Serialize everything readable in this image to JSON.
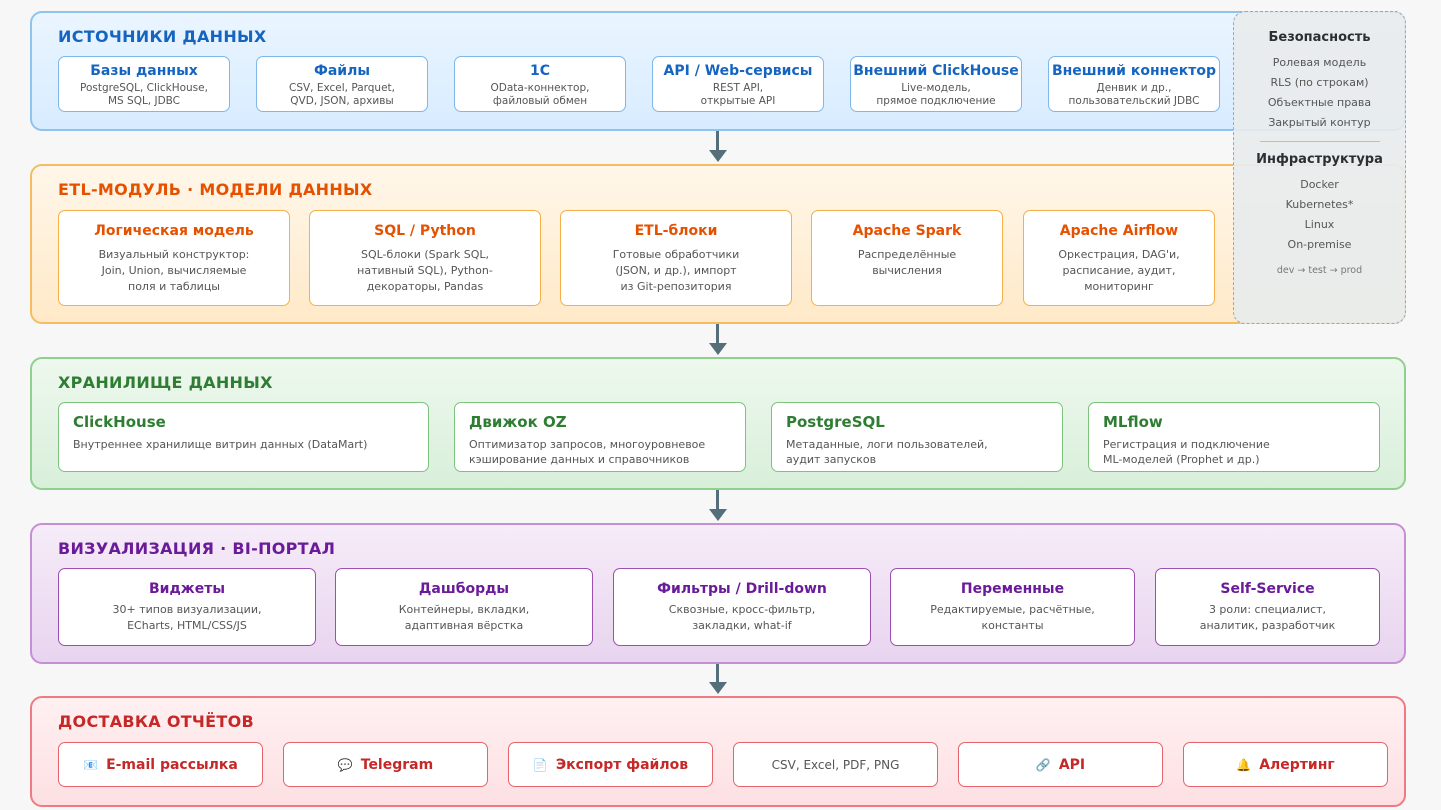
{
  "sources": {
    "title": "ИСТОЧНИКИ ДАННЫХ",
    "cards": [
      {
        "title": "Базы данных",
        "desc1": "PostgreSQL, ClickHouse,",
        "desc2": "MS SQL, JDBC"
      },
      {
        "title": "Файлы",
        "desc1": "CSV, Excel, Parquet,",
        "desc2": "QVD, JSON, архивы"
      },
      {
        "title": "1C",
        "desc1": "OData-коннектор,",
        "desc2": "файловый обмен"
      },
      {
        "title": "API / Web-сервисы",
        "desc1": "REST API,",
        "desc2": "открытые API"
      },
      {
        "title": "Внешний ClickHouse",
        "desc1": "Live-модель,",
        "desc2": "прямое подключение"
      },
      {
        "title": "Внешний коннектор",
        "desc1": "Денвик и др.,",
        "desc2": "пользовательский JDBC"
      }
    ]
  },
  "etl": {
    "title": "ETL-МОДУЛЬ · МОДЕЛИ ДАННЫХ",
    "cards": [
      {
        "title": "Логическая модель",
        "desc1": "Визуальный конструктор:",
        "desc2": "Join, Union, вычисляемые",
        "desc3": "поля и таблицы"
      },
      {
        "title": "SQL / Python",
        "desc1": "SQL-блоки (Spark SQL,",
        "desc2": "нативный SQL), Python-",
        "desc3": "декораторы, Pandas"
      },
      {
        "title": "ETL-блоки",
        "desc1": "Готовые обработчики",
        "desc2": "(JSON, и др.), импорт",
        "desc3": "из Git-репозитория"
      },
      {
        "title": "Apache Spark",
        "desc1": "Распределённые",
        "desc2": "вычисления",
        "desc3": ""
      },
      {
        "title": "Apache Airflow",
        "desc1": "Оркестрация, DAG'и,",
        "desc2": "расписание, аудит,",
        "desc3": "мониторинг"
      }
    ]
  },
  "storage": {
    "title": "ХРАНИЛИЩЕ ДАННЫХ",
    "cards": [
      {
        "title": "ClickHouse",
        "desc1": "Внутреннее хранилище витрин данных (DataMart)",
        "desc2": ""
      },
      {
        "title": "Движок OZ",
        "desc1": "Оптимизатор запросов, многоуровневое",
        "desc2": "кэширование данных и справочников"
      },
      {
        "title": "PostgreSQL",
        "desc1": "Метаданные, логи пользователей,",
        "desc2": "аудит запусков"
      },
      {
        "title": "MLflow",
        "desc1": "Регистрация и подключение",
        "desc2": "ML-моделей (Prophet и др.)"
      }
    ]
  },
  "visual": {
    "title": "ВИЗУАЛИЗАЦИЯ · BI-ПОРТАЛ",
    "cards": [
      {
        "title": "Виджеты",
        "desc1": "30+ типов визуализации,",
        "desc2": "ECharts, HTML/CSS/JS"
      },
      {
        "title": "Дашборды",
        "desc1": "Контейнеры, вкладки,",
        "desc2": "адаптивная вёрстка"
      },
      {
        "title": "Фильтры / Drill-down",
        "desc1": "Сквозные, кросс-фильтр,",
        "desc2": "закладки, what-if"
      },
      {
        "title": "Переменные",
        "desc1": "Редактируемые, расчётные,",
        "desc2": "константы"
      },
      {
        "title": "Self-Service",
        "desc1": "3 роли: специалист,",
        "desc2": "аналитик, разработчик"
      }
    ]
  },
  "delivery": {
    "title": "ДОСТАВКА ОТЧЁТОВ",
    "cards": [
      {
        "icon": "📧",
        "label": "E-mail рассылка"
      },
      {
        "icon": "💬",
        "label": "Telegram"
      },
      {
        "icon": "📄",
        "label": "Экспорт файлов"
      },
      {
        "icon": "",
        "label": "CSV, Excel, PDF, PNG"
      },
      {
        "icon": "🔗",
        "label": "API"
      },
      {
        "icon": "🔔",
        "label": "Алертинг"
      }
    ]
  },
  "side": {
    "security_title": "Безопасность",
    "security_items": [
      "Ролевая модель",
      "RLS (по строкам)",
      "Объектные права",
      "Закрытый контур"
    ],
    "infra_title": "Инфраструктура",
    "infra_items": [
      "Docker",
      "Kubernetes*",
      "Linux",
      "On-premise"
    ],
    "footer": "dev → test → prod"
  }
}
